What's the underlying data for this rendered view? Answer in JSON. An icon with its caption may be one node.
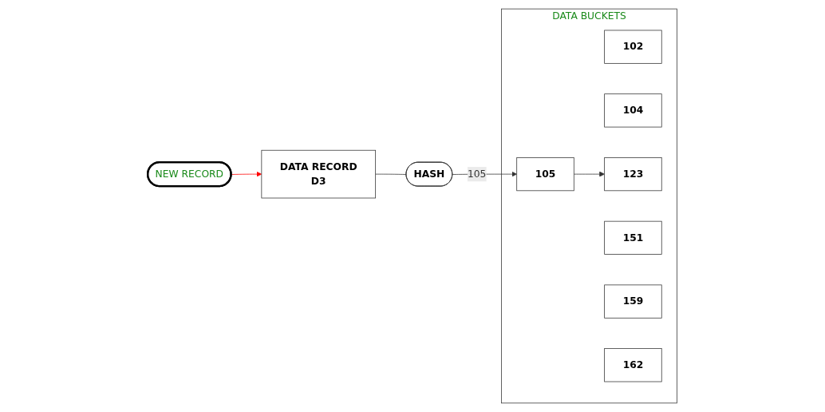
{
  "diagram": {
    "nodes": [
      {
        "text": [
          "DATA RECORD",
          "D3"
        ]
      },
      {
        "text": [
          "NEW RECORD"
        ]
      },
      {
        "text": [
          "HASH"
        ]
      },
      {
        "text": [
          "DATA BUCKETS"
        ]
      },
      {
        "text": [
          "102"
        ],
        "in": 3
      },
      {
        "text": [
          "104"
        ],
        "in": 3
      },
      {
        "text": [
          "105"
        ],
        "in": 3
      },
      {
        "text": [
          "123"
        ],
        "in": 3
      },
      {
        "text": [
          "151"
        ],
        "in": 3
      },
      {
        "text": [
          "159"
        ],
        "in": 3
      },
      {
        "text": [
          "162"
        ],
        "in": 3
      }
    ],
    "edges": [
      {
        "from": 1,
        "to": 0,
        "arrow": "to",
        "color": "#ff0000"
      },
      {
        "from": 0,
        "to": 2,
        "arrow": "none"
      },
      {
        "from": 2,
        "to": 6,
        "arrow": "to",
        "label": "105"
      },
      {
        "from": 6,
        "to": 7,
        "arrow": "to"
      }
    ]
  }
}
